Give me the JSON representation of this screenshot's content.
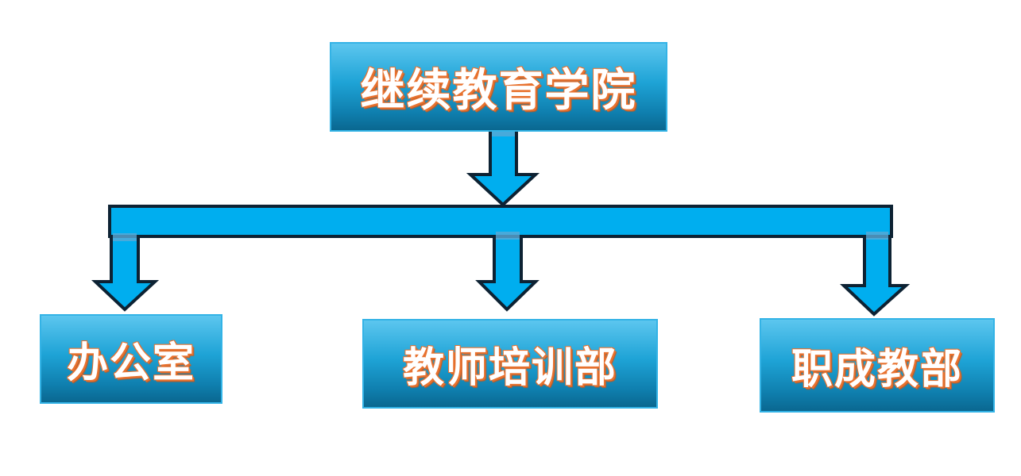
{
  "root": {
    "label": "继续教育学院"
  },
  "children": [
    {
      "label": "办公室"
    },
    {
      "label": "教师培训部"
    },
    {
      "label": "职成教部"
    }
  ],
  "colors": {
    "arrow_fill": "#00aeef",
    "arrow_stroke": "#0d2233",
    "text_shadow": "#e8722f"
  }
}
